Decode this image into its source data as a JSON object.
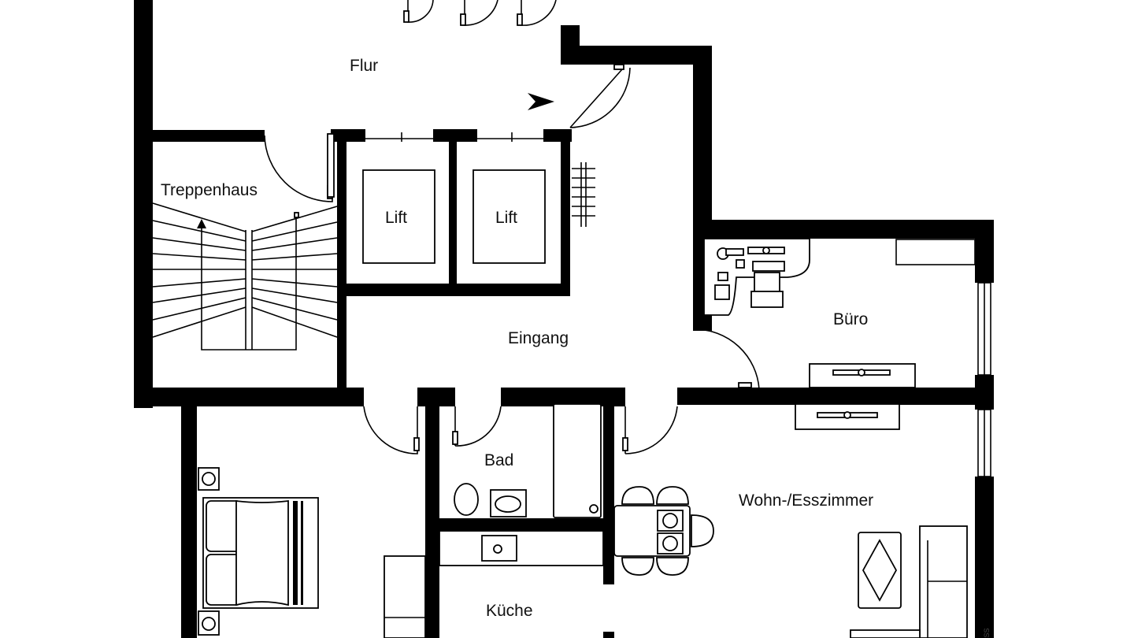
{
  "rooms": {
    "flur": "Flur",
    "treppenhaus": "Treppenhaus",
    "lift_left": "Lift",
    "lift_right": "Lift",
    "eingang": "Eingang",
    "buero": "Büro",
    "bad": "Bad",
    "wohn_ess": "Wohn-/Esszimmer",
    "kueche": "Küche"
  },
  "corner_mark": "ISS"
}
